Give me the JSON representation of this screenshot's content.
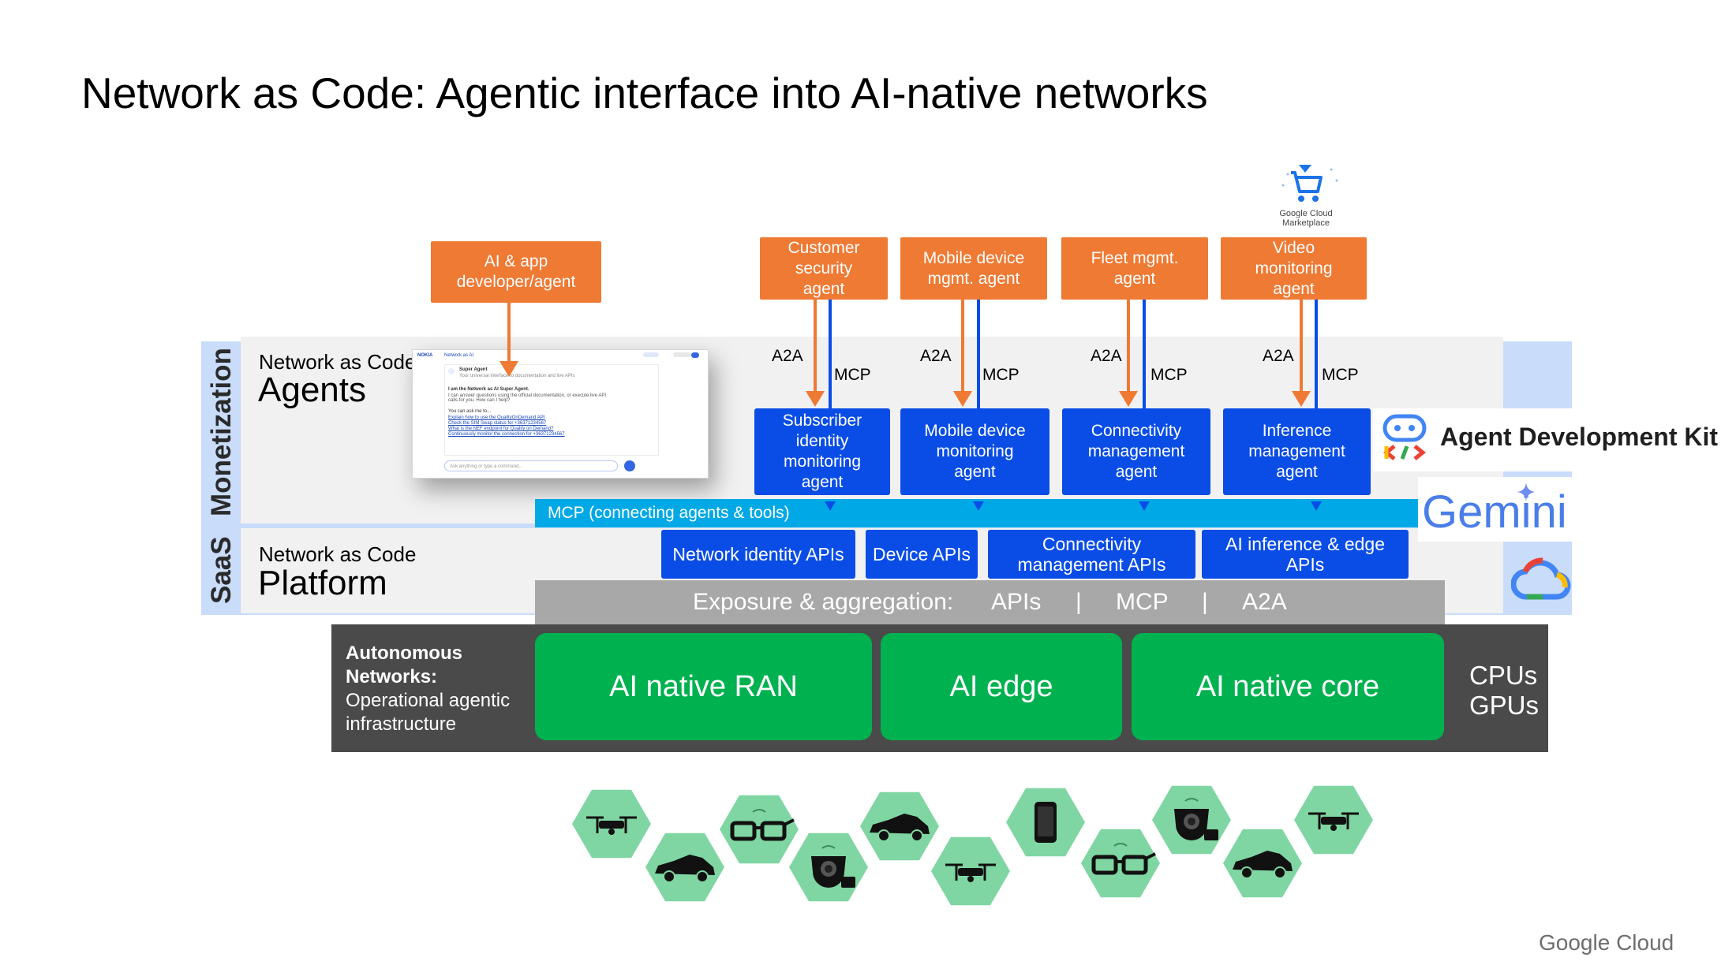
{
  "title": "Network as Code: Agentic interface into AI-native networks",
  "marketplace": {
    "label": "Google Cloud Marketplace",
    "icon": "cart-icon"
  },
  "top_agents": [
    {
      "label": "AI & app developer/agent"
    },
    {
      "label": "Customer security agent"
    },
    {
      "label": "Mobile device mgmt. agent"
    },
    {
      "label": "Fleet mgmt. agent"
    },
    {
      "label": "Video monitoring agent"
    }
  ],
  "arrow_labels": {
    "a2a": "A2A",
    "mcp": "MCP"
  },
  "layers": {
    "monetization": "Monetization",
    "saas": "SaaS",
    "agents_small": "Network as Code",
    "agents_big": "Agents",
    "platform_small": "Network as Code",
    "platform_big": "Platform"
  },
  "screenshot": {
    "brand": "NOKIA",
    "app_title": "Network as AI",
    "agent_name": "Super Agent",
    "agent_sub": "Your universal interface to documentation and live APIs",
    "greeting": "I am the Network as AI Super Agent.",
    "intro": "I can answer questions using the official documentation, or execute live API calls for you. How can I help?",
    "prompt": "You can ask me to...",
    "links": [
      "Explain how to use the QualityOnDemand API",
      "Check the SIM Swap status for +36371234567",
      "What is the NEF endpoint for Quality on Demand?",
      "Continuously monitor the connection for +36371234567"
    ],
    "input_placeholder": "Ask anything or type a command..."
  },
  "mid_agents": [
    {
      "label": "Subscriber identity monitoring agent"
    },
    {
      "label": "Mobile device monitoring agent"
    },
    {
      "label": "Connectivity management agent"
    },
    {
      "label": "Inference management agent"
    }
  ],
  "mcp_bar": "MCP (connecting agents & tools)",
  "apis": [
    {
      "label": "Network identity APIs"
    },
    {
      "label": "Device APIs"
    },
    {
      "label": "Connectivity management APIs"
    },
    {
      "label": "AI inference & edge APIs"
    }
  ],
  "exposure": {
    "label": "Exposure & aggregation:",
    "items": [
      "APIs",
      "MCP",
      "A2A"
    ],
    "separator": "|"
  },
  "autonomous": {
    "heading": "Autonomous Networks:",
    "sub": "Operational agentic infrastructure",
    "blocks": [
      "AI native RAN",
      "AI edge",
      "AI native core"
    ],
    "hardware_1": "CPUs",
    "hardware_2": "GPUs"
  },
  "adk_label": "Agent Development Kit",
  "gemini_label": "Gemini",
  "footer": "Google Cloud",
  "devices": [
    "drone-icon",
    "car-icon",
    "glasses-icon",
    "camera-icon",
    "car-icon",
    "drone-icon",
    "phone-icon",
    "glasses-icon",
    "camera-icon",
    "car-icon",
    "drone-icon"
  ],
  "colors": {
    "orange": "#ee7a34",
    "blue": "#0a4de6",
    "cyan": "#00a9e6",
    "green": "#00b14f",
    "gray": "#a8a8a8",
    "dark": "#4a4a4a",
    "hex": "#7fd6a2"
  }
}
